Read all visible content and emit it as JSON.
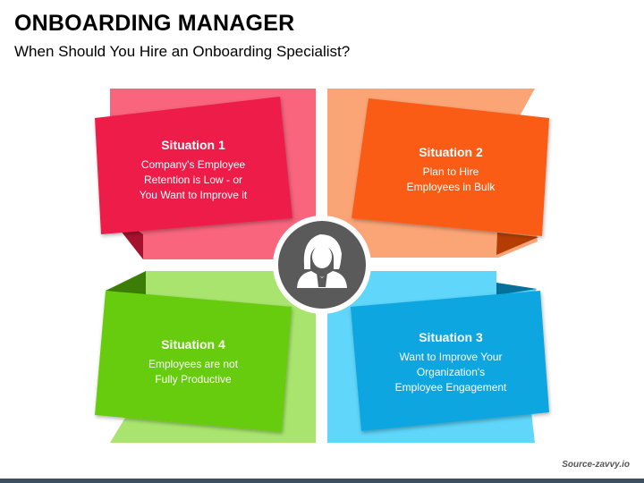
{
  "header": {
    "title": "ONBOARDING MANAGER",
    "subtitle": "When Should You Hire an Onboarding Specialist?"
  },
  "situations": [
    {
      "heading": "Situation 1",
      "lines": [
        "Company's Employee",
        "Retention is Low - or",
        "You Want to Improve it"
      ],
      "color": "#ee1d48",
      "light_color": "#f8657d",
      "fold_color": "#a4122d"
    },
    {
      "heading": "Situation 2",
      "lines": [
        "Plan to Hire",
        "Employees in Bulk"
      ],
      "color": "#fa5c13",
      "light_color": "#fba577",
      "fold_color": "#b53d05"
    },
    {
      "heading": "Situation 3",
      "lines": [
        "Want to Improve Your",
        "Organization's",
        "Employee Engagement"
      ],
      "color": "#0ca6e0",
      "light_color": "#5fd6fa",
      "fold_color": "#05709a"
    },
    {
      "heading": "Situation 4",
      "lines": [
        "Employees are not",
        "Fully Productive"
      ],
      "color": "#66cc11",
      "light_color": "#a9e56e",
      "fold_color": "#3c7d07"
    }
  ],
  "center": {
    "icon": "businesswoman-icon",
    "circle_color": "#5a5a5a",
    "ring_color": "#ffffff"
  },
  "footer": {
    "source": "Source-zavvy.io",
    "bar_color": "#3d4f60"
  }
}
